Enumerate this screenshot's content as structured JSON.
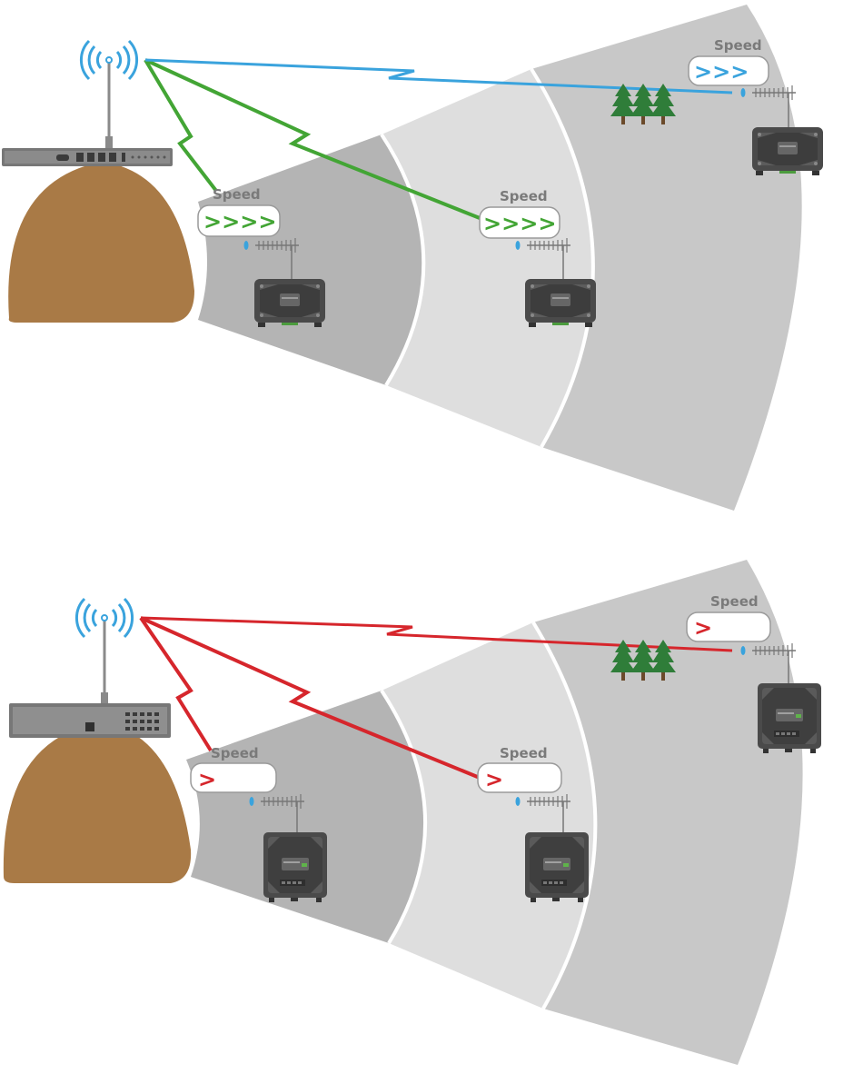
{
  "colors": {
    "zone_near": "#b4b4b4",
    "zone_mid": "#dedede",
    "zone_far": "#c8c8c8",
    "hill": "#a97a46",
    "tree": "#2f7d39",
    "trunk": "#6b4a2a",
    "signal_blue": "#3aa3dd",
    "signal_green": "#43a535",
    "signal_red": "#d6262c",
    "device": "#4a4a4a"
  },
  "panels": [
    {
      "name": "top",
      "basestation": "rackmount-radio",
      "links": [
        {
          "target": "near",
          "color": "#43a535"
        },
        {
          "target": "mid",
          "color": "#43a535"
        },
        {
          "target": "far",
          "color": "#3aa3dd"
        }
      ],
      "remotes": [
        {
          "position": "near",
          "speed_label": "Speed",
          "speed_indicator": ">>>>",
          "speed_level": 4,
          "color": "#43a535"
        },
        {
          "position": "mid",
          "speed_label": "Speed",
          "speed_indicator": ">>>>",
          "speed_level": 4,
          "color": "#43a535"
        },
        {
          "position": "far",
          "speed_label": "Speed",
          "speed_indicator": ">>>",
          "speed_level": 3,
          "color": "#3aa3dd"
        }
      ]
    },
    {
      "name": "bottom",
      "basestation": "rackmount-radio",
      "links": [
        {
          "target": "near",
          "color": "#d6262c"
        },
        {
          "target": "mid",
          "color": "#d6262c"
        },
        {
          "target": "far",
          "color": "#d6262c"
        }
      ],
      "remotes": [
        {
          "position": "near",
          "speed_label": "Speed",
          "speed_indicator": ">",
          "speed_level": 1,
          "color": "#d6262c"
        },
        {
          "position": "mid",
          "speed_label": "Speed",
          "speed_indicator": ">",
          "speed_level": 1,
          "color": "#d6262c"
        },
        {
          "position": "far",
          "speed_label": "Speed",
          "speed_indicator": ">",
          "speed_level": 1,
          "color": "#d6262c"
        }
      ]
    }
  ]
}
